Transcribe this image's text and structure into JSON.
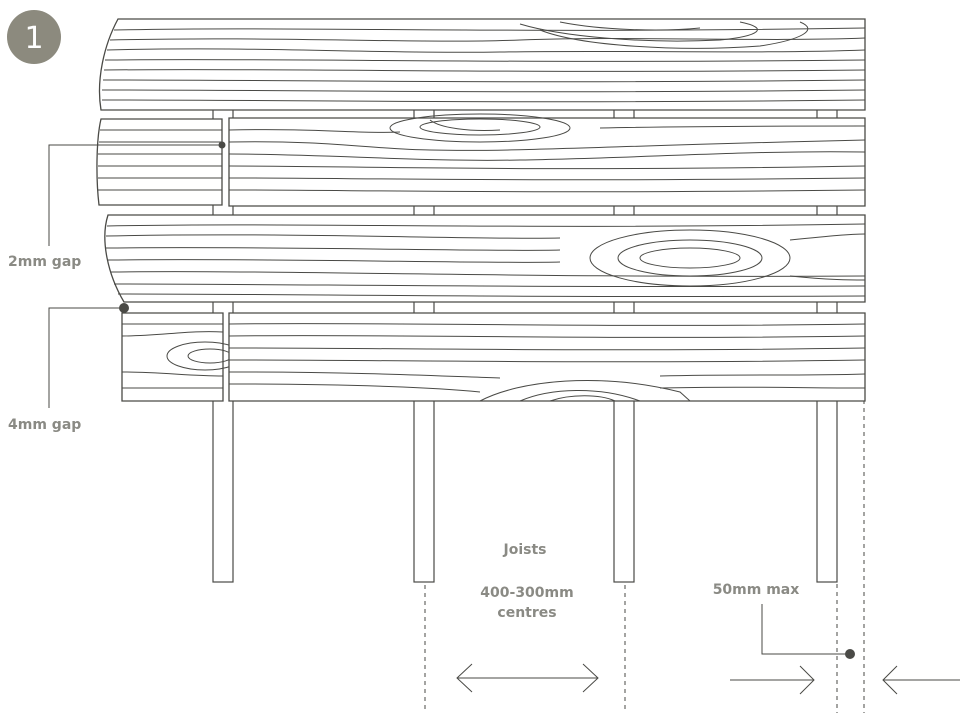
{
  "step": {
    "number": "1",
    "badge_color": "#8c8a7e"
  },
  "labels": {
    "small_gap": "2mm gap",
    "large_gap": "4mm gap",
    "joists": "Joists",
    "spacing_value": "400-300mm",
    "spacing_unit": "centres",
    "overhang": "50mm max"
  },
  "colors": {
    "line": "#4a4a46",
    "label": "#8a8a84",
    "badge": "#8c8a7e"
  }
}
